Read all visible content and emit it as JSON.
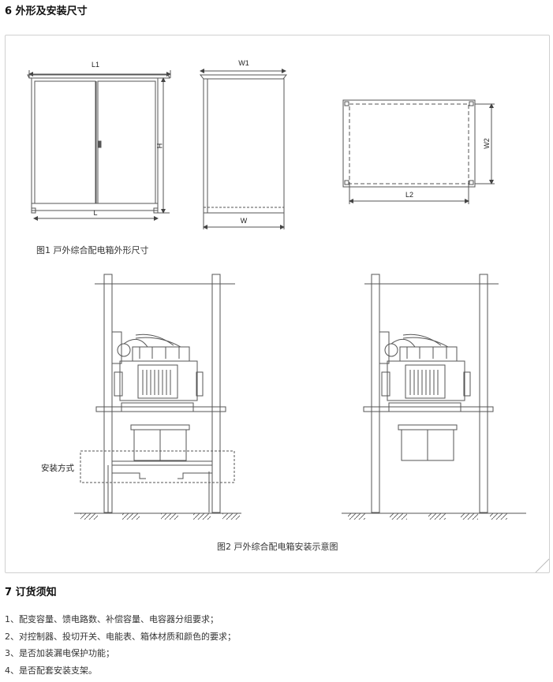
{
  "section6": {
    "title": "6 外形及安装尺寸"
  },
  "figure1": {
    "caption": "图1 戸外综合配电箱外形尺寸",
    "dims": {
      "L1": "L1",
      "L": "L",
      "H": "H",
      "W1": "W1",
      "W": "W",
      "W2": "W2",
      "L2": "L2"
    }
  },
  "figure2": {
    "caption": "图2 戸外综合配电箱安装示意图",
    "mount_label": "安装方式"
  },
  "section7": {
    "title": "7 订货须知",
    "items": [
      "1、配变容量、馈电路数、补偿容量、电容器分组要求；",
      "2、对控制器、投切开关、电能表、箱体材质和颜色的要求；",
      "3、是否加装漏电保护功能；",
      "4、是否配套安装支架。"
    ]
  }
}
